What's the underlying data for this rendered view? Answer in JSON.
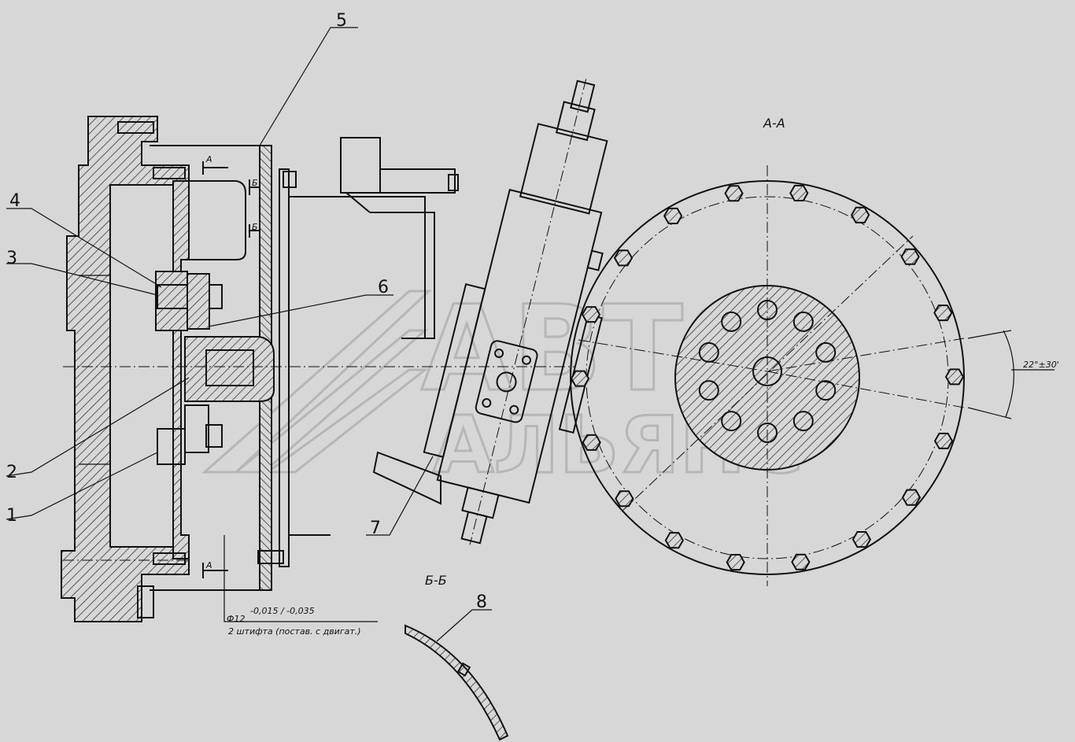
{
  "callouts": [
    "1",
    "2",
    "3",
    "4",
    "5",
    "6",
    "7",
    "8"
  ],
  "section_labels": {
    "aa": "A-A",
    "bb": "Б-Б",
    "a_mark_top": "A",
    "a_mark_bottom": "A",
    "b_mark_top": "Б",
    "b_mark_bottom": "Б"
  },
  "dimensions": {
    "angle": "22°±30'",
    "pin_diameter": "Ф12",
    "pin_tolerance": "-0,015 / -0,035",
    "pin_note": "2 штифта (постав. с двигат.)"
  },
  "watermark": {
    "line1": "АВТО",
    "line2": "АЛЬЯНС"
  }
}
